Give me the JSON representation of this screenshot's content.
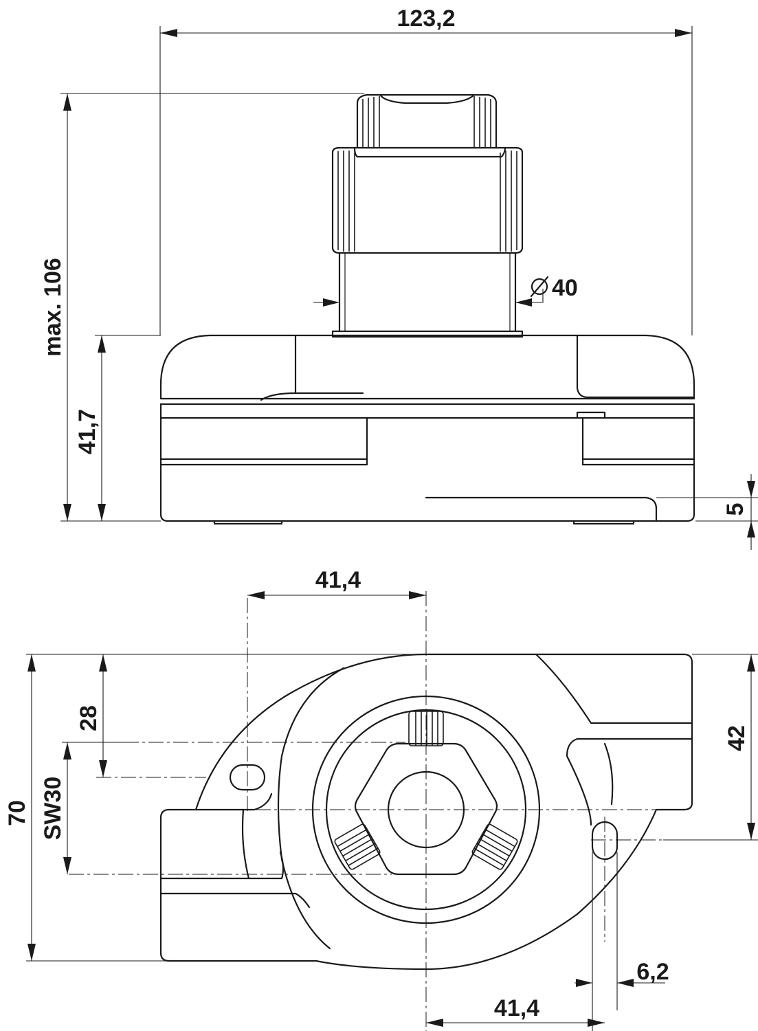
{
  "dimensions": {
    "top_width": "123,2",
    "max_height": "max. 106",
    "base_height": "41,7",
    "diameter_value": "40",
    "foot_height": "5",
    "center_offset_top": "41,4",
    "mount_y": "28",
    "total_depth": "70",
    "nut": "SW30",
    "right_height": "42",
    "slot_width": "6,2",
    "center_offset_bottom": "41,4"
  },
  "icons": {
    "diameter_symbol": "diameter-icon"
  }
}
